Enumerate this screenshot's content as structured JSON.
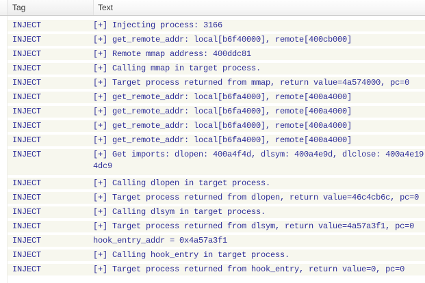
{
  "table": {
    "columns": [
      {
        "label": "Tag"
      },
      {
        "label": "Text"
      }
    ],
    "rows": [
      {
        "tag": "INJECT",
        "text": "[+] Injecting process: 3166",
        "lines": 1
      },
      {
        "tag": "INJECT",
        "text": "[+] get_remote_addr: local[b6f40000], remote[400cb000]",
        "lines": 1
      },
      {
        "tag": "INJECT",
        "text": "[+] Remote mmap address: 400ddc81",
        "lines": 1
      },
      {
        "tag": "INJECT",
        "text": "[+] Calling mmap in target process.",
        "lines": 1
      },
      {
        "tag": "INJECT",
        "text": "[+] Target process returned from mmap, return value=4a574000, pc=0",
        "lines": 1
      },
      {
        "tag": "INJECT",
        "text": "[+] get_remote_addr: local[b6fa4000], remote[400a4000]",
        "lines": 1
      },
      {
        "tag": "INJECT",
        "text": "[+] get_remote_addr: local[b6fa4000], remote[400a4000]",
        "lines": 1
      },
      {
        "tag": "INJECT",
        "text": "[+] get_remote_addr: local[b6fa4000], remote[400a4000]",
        "lines": 1
      },
      {
        "tag": "INJECT",
        "text": "[+] get_remote_addr: local[b6fa4000], remote[400a4000]",
        "lines": 1
      },
      {
        "tag": "INJECT",
        "text": "[+] Get imports: dlopen: 400a4f4d, dlsym: 400a4e9d, dlclose: 400a4e19\n4dc9",
        "lines": 2
      },
      {
        "tag": "INJECT",
        "text": "[+] Calling dlopen in target process.",
        "lines": 1
      },
      {
        "tag": "INJECT",
        "text": "[+] Target process returned from dlopen, return value=46c4cb6c, pc=0",
        "lines": 1
      },
      {
        "tag": "INJECT",
        "text": "[+] Calling dlsym in target process.",
        "lines": 1
      },
      {
        "tag": "INJECT",
        "text": "[+] Target process returned from dlsym, return value=4a57a3f1, pc=0",
        "lines": 1
      },
      {
        "tag": "INJECT",
        "text": "hook_entry_addr = 0x4a57a3f1",
        "lines": 1
      },
      {
        "tag": "INJECT",
        "text": "[+] Calling hook_entry in target process.",
        "lines": 1
      },
      {
        "tag": "INJECT",
        "text": "[+] Target process returned from hook_entry, return value=0, pc=0",
        "lines": 1
      }
    ]
  },
  "colors": {
    "log_text": "#2e2e99",
    "header_text": "#3a3a3a",
    "row_band": "#f7f7ee"
  }
}
